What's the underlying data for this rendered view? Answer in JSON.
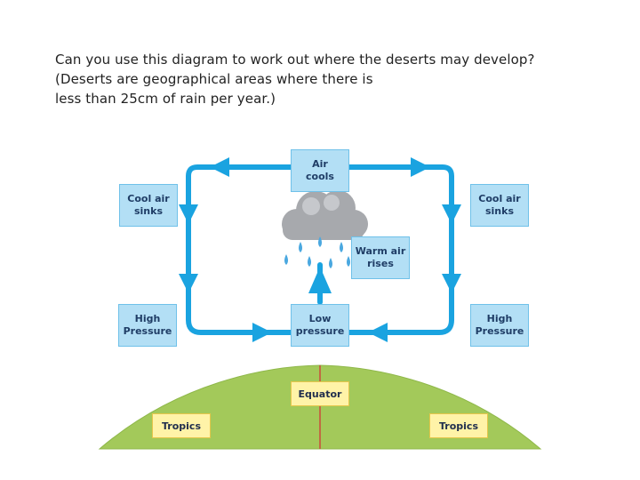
{
  "question": {
    "lines": [
      "Can you use this diagram to work out where the deserts may develop?",
      "(Deserts are geographical areas where there is",
      "less than 25cm of rain per year.)"
    ]
  },
  "diagram": {
    "boxes": {
      "air_cools": [
        "Air",
        "cools"
      ],
      "cool_air_sinks_left": [
        "Cool air",
        "sinks"
      ],
      "cool_air_sinks_right": [
        "Cool air",
        "sinks"
      ],
      "warm_air_rises": [
        "Warm air",
        "rises"
      ],
      "high_pressure_left": [
        "High",
        "Pressure"
      ],
      "low_pressure": [
        "Low",
        "pressure"
      ],
      "high_pressure_right": [
        "High",
        "Pressure"
      ]
    },
    "earth_labels": {
      "equator": "Equator",
      "tropics_left": "Tropics",
      "tropics_right": "Tropics"
    },
    "icons": {
      "cloud": "rain-cloud-icon",
      "arrows": "flow-arrow-icon"
    },
    "colors": {
      "arrow": "#1aa3e0",
      "box_fill": "#b3dff5",
      "box_text": "#1f3d66",
      "label_fill": "#fff3a8",
      "earth": "#a3c95a",
      "cloud": "#a7a9ad",
      "rain": "#4aa8e0"
    }
  }
}
